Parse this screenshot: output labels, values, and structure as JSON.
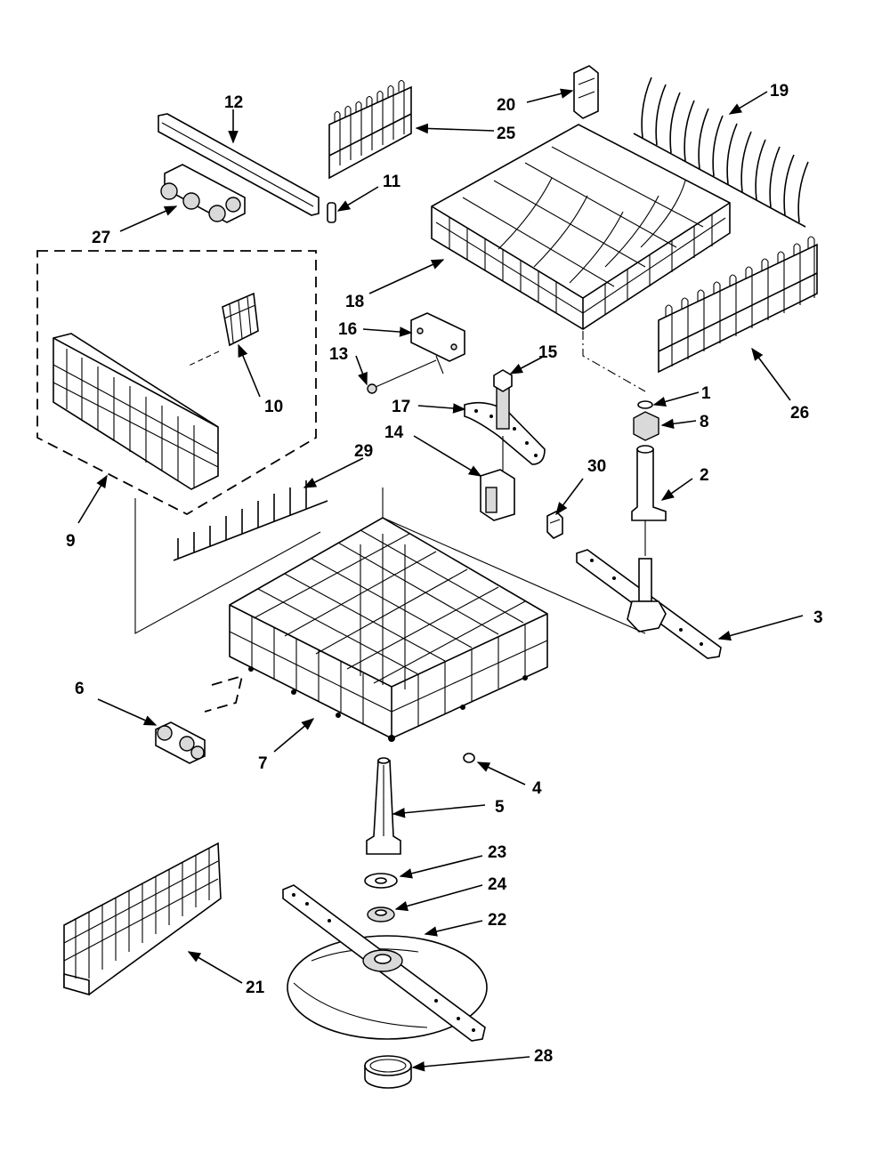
{
  "diagram": {
    "part_labels": [
      {
        "id": "p1",
        "text": "1"
      },
      {
        "id": "p2",
        "text": "2"
      },
      {
        "id": "p3",
        "text": "3"
      },
      {
        "id": "p4",
        "text": "4"
      },
      {
        "id": "p5",
        "text": "5"
      },
      {
        "id": "p6",
        "text": "6"
      },
      {
        "id": "p7",
        "text": "7"
      },
      {
        "id": "p8",
        "text": "8"
      },
      {
        "id": "p9",
        "text": "9"
      },
      {
        "id": "p10",
        "text": "10"
      },
      {
        "id": "p11",
        "text": "11"
      },
      {
        "id": "p12",
        "text": "12"
      },
      {
        "id": "p13",
        "text": "13"
      },
      {
        "id": "p14",
        "text": "14"
      },
      {
        "id": "p15",
        "text": "15"
      },
      {
        "id": "p16",
        "text": "16"
      },
      {
        "id": "p17",
        "text": "17"
      },
      {
        "id": "p18",
        "text": "18"
      },
      {
        "id": "p19",
        "text": "19"
      },
      {
        "id": "p20",
        "text": "20"
      },
      {
        "id": "p21",
        "text": "21"
      },
      {
        "id": "p22",
        "text": "22"
      },
      {
        "id": "p23",
        "text": "23"
      },
      {
        "id": "p24",
        "text": "24"
      },
      {
        "id": "p25",
        "text": "25"
      },
      {
        "id": "p26",
        "text": "26"
      },
      {
        "id": "p27",
        "text": "27"
      },
      {
        "id": "p28",
        "text": "28"
      },
      {
        "id": "p29",
        "text": "29"
      },
      {
        "id": "p30",
        "text": "30"
      }
    ]
  }
}
